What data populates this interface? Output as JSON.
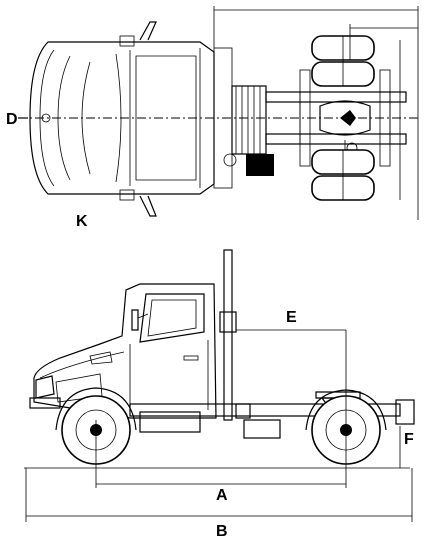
{
  "labels": {
    "A": "A",
    "B": "B",
    "D": "D",
    "E": "E",
    "F": "F",
    "K": "K"
  }
}
